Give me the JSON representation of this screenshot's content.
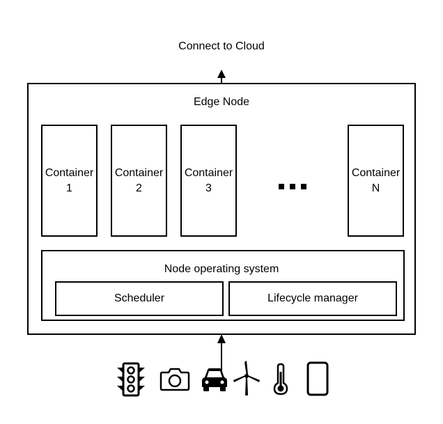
{
  "cloud_label": "Connect to Cloud",
  "edge_node": {
    "title": "Edge Node",
    "containers": [
      {
        "name": "Container",
        "index": "1"
      },
      {
        "name": "Container",
        "index": "2"
      },
      {
        "name": "Container",
        "index": "3"
      },
      {
        "name": "Container",
        "index": "N"
      }
    ],
    "ellipsis": "...",
    "os": {
      "title": "Node operating system",
      "scheduler": "Scheduler",
      "lifecycle": "Lifecycle manager"
    }
  },
  "devices": [
    "traffic-light-icon",
    "camera-icon",
    "car-icon",
    "wind-turbine-icon",
    "thermometer-icon",
    "smartphone-icon"
  ]
}
